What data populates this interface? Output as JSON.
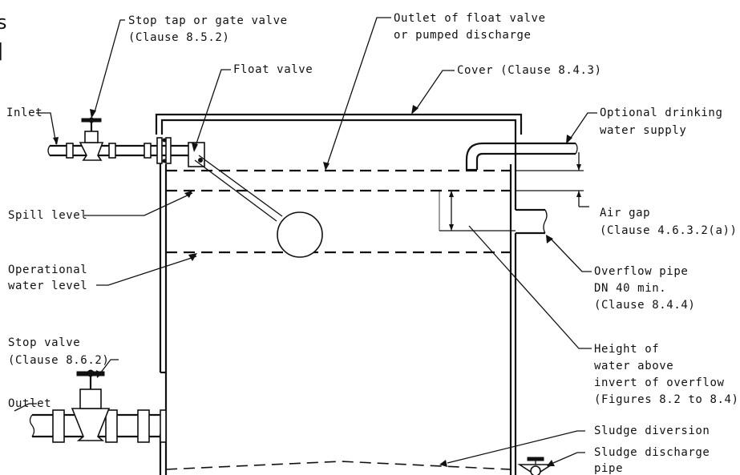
{
  "labels": {
    "stop_tap_1": "Stop tap or gate valve",
    "stop_tap_2": "(Clause  8.5.2)",
    "outlet_float_1": "Outlet  of  float  valve",
    "outlet_float_2": "or  pumped  discharge",
    "float_valve": "Float  valve",
    "cover": "Cover  (Clause  8.4.3)",
    "inlet": "Inlet",
    "optional_1": "Optional  drinking",
    "optional_2": "water  supply",
    "spill": "Spill  level",
    "air_gap_1": "Air  gap",
    "air_gap_2": "(Clause  4.6.3.2(a))",
    "operational_1": "Operational",
    "operational_2": "water  level",
    "overflow_1": "Overflow  pipe",
    "overflow_2": "DN  40  min.",
    "overflow_3": "(Clause  8.4.4)",
    "height_1": "Height  of",
    "height_2": "water  above",
    "height_3": "invert  of  overflow",
    "height_4": "(Figures  8.2  to  8.4)",
    "stop_valve_1": "Stop  valve",
    "stop_valve_2": "(Clause  8.6.2)",
    "outlet": "Outlet",
    "sludge_div": "Sludge  diversion",
    "sludge_dis_1": "Sludge  discharge",
    "sludge_dis_2": "pipe",
    "edge_glyph_1": "s",
    "edge_glyph_2": "|"
  }
}
